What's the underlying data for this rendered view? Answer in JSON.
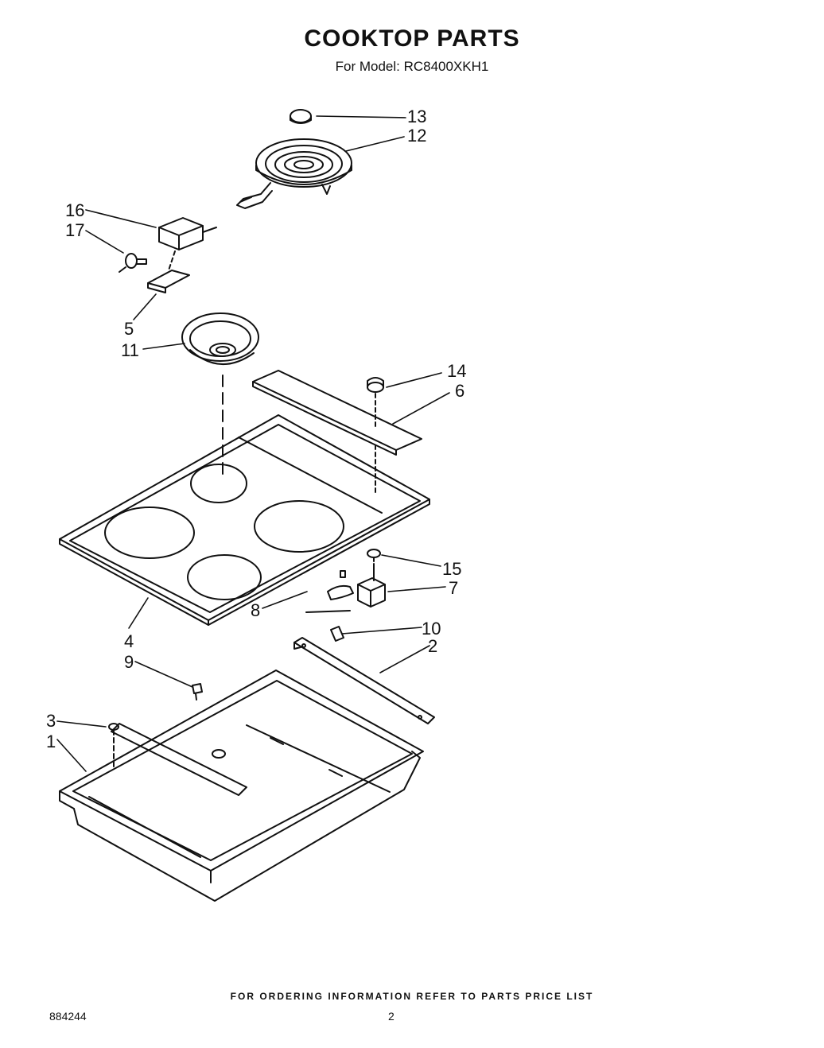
{
  "header": {
    "title": "COOKTOP PARTS",
    "subtitle": "For Model: RC8400XKH1"
  },
  "callouts": {
    "c1": "1",
    "c2": "2",
    "c3": "3",
    "c4": "4",
    "c5": "5",
    "c6": "6",
    "c7": "7",
    "c8": "8",
    "c9": "9",
    "c10": "10",
    "c11": "11",
    "c12": "12",
    "c13": "13",
    "c14": "14",
    "c15": "15",
    "c16": "16",
    "c17": "17"
  },
  "footer": {
    "note": "FOR ORDERING INFORMATION REFER TO PARTS PRICE LIST",
    "code": "884244",
    "page": "2"
  }
}
